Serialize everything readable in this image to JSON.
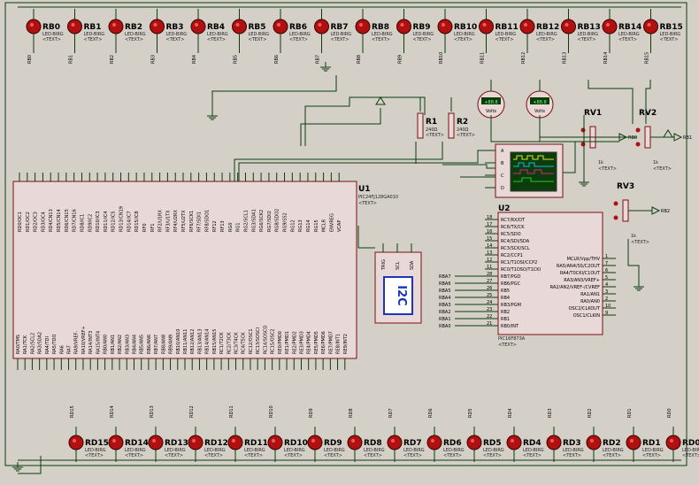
{
  "top_leds": [
    {
      "label": "RB0",
      "net": "RB0"
    },
    {
      "label": "RB1",
      "net": "RB1"
    },
    {
      "label": "RB2",
      "net": "RB2"
    },
    {
      "label": "RB3",
      "net": "RB3"
    },
    {
      "label": "RB4",
      "net": "RB4"
    },
    {
      "label": "RB5",
      "net": "RB5"
    },
    {
      "label": "RB6",
      "net": "RB6"
    },
    {
      "label": "RB7",
      "net": "RB7"
    },
    {
      "label": "RB8",
      "net": "RB8"
    },
    {
      "label": "RB9",
      "net": "RB9"
    },
    {
      "label": "RB10",
      "net": "RB10"
    },
    {
      "label": "RB11",
      "net": "RB11"
    },
    {
      "label": "RB12",
      "net": "RB12"
    },
    {
      "label": "RB13",
      "net": "RB13"
    },
    {
      "label": "RB14",
      "net": "RB14"
    },
    {
      "label": "RB15",
      "net": "RB15"
    }
  ],
  "bottom_leds": [
    {
      "label": "RD15",
      "net": "RD15"
    },
    {
      "label": "RD14",
      "net": "RD14"
    },
    {
      "label": "RD13",
      "net": "RD13"
    },
    {
      "label": "RD12",
      "net": "RD12"
    },
    {
      "label": "RD11",
      "net": "RD11"
    },
    {
      "label": "RD10",
      "net": "RD10"
    },
    {
      "label": "RD9",
      "net": "RD9"
    },
    {
      "label": "RD8",
      "net": "RD8"
    },
    {
      "label": "RD7",
      "net": "RD7"
    },
    {
      "label": "RD6",
      "net": "RD6"
    },
    {
      "label": "RD5",
      "net": "RD5"
    },
    {
      "label": "RD4",
      "net": "RD4"
    },
    {
      "label": "RD3",
      "net": "RD3"
    },
    {
      "label": "RD2",
      "net": "RD2"
    },
    {
      "label": "RD1",
      "net": "RD1"
    },
    {
      "label": "RD0",
      "net": "RD0"
    }
  ],
  "led_type": "LED-BIRG",
  "text_placeholder": "<TEXT>",
  "resistors": [
    {
      "label": "R1",
      "value": "240Ω"
    },
    {
      "label": "R2",
      "value": "240Ω"
    }
  ],
  "pots": [
    {
      "label": "RV1",
      "value": "1k",
      "net": "RB0"
    },
    {
      "label": "RV2",
      "value": "1k",
      "net": "RB1"
    },
    {
      "label": "RV3",
      "value": "1k",
      "net": "RB2"
    }
  ],
  "voltmeters": [
    {
      "reading": "+88.8",
      "unit": "Volts"
    },
    {
      "reading": "+88.8",
      "unit": "Volts"
    }
  ],
  "scope_channels": [
    "A",
    "B",
    "C",
    "D"
  ],
  "u1": {
    "ref": "U1",
    "part": "PIC24FJ128GA010",
    "top_pins": [
      "RD0/OC1",
      "RD1/OC2",
      "RD2/OC3",
      "RD3/OC4",
      "RD4/CN13",
      "RD5/CN14",
      "RD6/CN15",
      "RD7/CN16",
      "RD8/IC1",
      "RD9/IC2",
      "RD10/IC3",
      "RD11/IC4",
      "RD12/IC5",
      "RD13/CN19",
      "RD14/IC7",
      "RD15/IC8",
      "RF0",
      "RF1",
      "RF2/U1RX",
      "RF3/U1TX",
      "RF4/U2RX",
      "RF5/U2TX",
      "RF6/SCK1",
      "RF7/SDI1",
      "RF8/SDO1",
      "RF12",
      "RF13",
      "RG0",
      "RG1",
      "RG2/SCL1",
      "RG3/SDA1",
      "RG6/SCK2",
      "RG7/SDI2",
      "RG8/SDO2",
      "RG9/SS2",
      "RG12",
      "RG13",
      "RG14",
      "RG15",
      "MCLR",
      "ENVREG",
      "VCAP"
    ],
    "bottom_pins": [
      "RA0/TMS",
      "RA1/TCK",
      "RA2/SCL2",
      "RA3/SDA2",
      "RA4/TDI",
      "RA5/TDO",
      "RA6",
      "RA7",
      "RA9/VREF-",
      "RA10/VREF+",
      "RA14/INT3",
      "RA15/INT4",
      "RB0/AN0",
      "RB1/AN1",
      "RB2/AN2",
      "RB3/AN3",
      "RB4/AN4",
      "RB5/AN5",
      "RB6/AN6",
      "RB7/AN7",
      "RB8/AN8",
      "RB9/AN9",
      "RB10/AN10",
      "RB11/AN11",
      "RB12/AN12",
      "RB13/AN13",
      "RB14/AN14",
      "RB15/AN15",
      "RC1/T2CK",
      "RC2/T3CK",
      "RC3/T4CK",
      "RC4/T5CK",
      "RC12/OSC1",
      "RC13/SOSCI",
      "RC14/SOSCO",
      "RC15/OSC2",
      "RE0/PMD0",
      "RE1/PMD1",
      "RE2/PMD2",
      "RE3/PMD3",
      "RE4/PMD4",
      "RE5/PMD5",
      "RE6/PMD6",
      "RE7/PMD7",
      "RE8/INT1",
      "RE9/INT2"
    ]
  },
  "u2": {
    "ref": "U2",
    "part": "PIC16F873A",
    "left_pins": [
      {
        "num": "18",
        "name": "RC7/RX/DT"
      },
      {
        "num": "17",
        "name": "RC6/TX/CK"
      },
      {
        "num": "16",
        "name": "RC5/SDO"
      },
      {
        "num": "15",
        "name": "RC4/SDI/SDA"
      },
      {
        "num": "14",
        "name": "RC3/SCK/SCL"
      },
      {
        "num": "13",
        "name": "RC2/CCP1"
      },
      {
        "num": "12",
        "name": "RC1/T1OSI/CCP2"
      },
      {
        "num": "11",
        "name": "RC0/T1OSO/T1CKI"
      },
      {
        "num": "28",
        "name": "RB7/PGD"
      },
      {
        "num": "27",
        "name": "RB6/PGC"
      },
      {
        "num": "26",
        "name": "RB5"
      },
      {
        "num": "25",
        "name": "RB4"
      },
      {
        "num": "24",
        "name": "RB3/PGM"
      },
      {
        "num": "23",
        "name": "RB2"
      },
      {
        "num": "22",
        "name": "RB1"
      },
      {
        "num": "21",
        "name": "RB0/INT"
      }
    ],
    "right_pins": [
      {
        "num": "1",
        "name": "MCLR/Vpp/THV"
      },
      {
        "num": "7",
        "name": "RA5/AN4/SS/C2OUT"
      },
      {
        "num": "6",
        "name": "RA4/T0CKI/C1OUT"
      },
      {
        "num": "5",
        "name": "RA3/AN3/VREF+"
      },
      {
        "num": "4",
        "name": "RA2/AN2/VREF-/CVREF"
      },
      {
        "num": "3",
        "name": "RA1/AN1"
      },
      {
        "num": "2",
        "name": "RA0/AN0"
      },
      {
        "num": "10",
        "name": "OSC2/CLKOUT"
      },
      {
        "num": "9",
        "name": "OSC1/CLKIN"
      }
    ],
    "left_nets": [
      "RBA7",
      "RBA6",
      "RBA5",
      "RBA4",
      "RBA3",
      "RBA2",
      "RBA1",
      "RBA0"
    ]
  },
  "i2c": {
    "label": "I2C",
    "pins": [
      "TRIG",
      "SCL",
      "SDA"
    ]
  },
  "terminal_label": "RB1"
}
